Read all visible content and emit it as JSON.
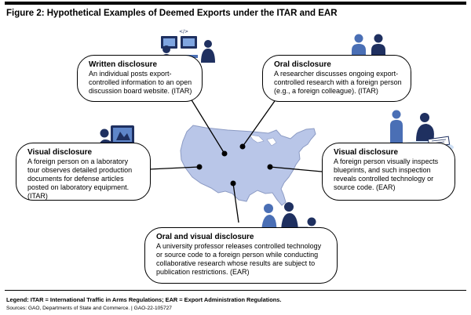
{
  "title": "Figure 2: Hypothetical Examples of Deemed Exports under the ITAR and EAR",
  "boxes": {
    "written": {
      "heading": "Written disclosure",
      "text": "An individual posts export-controlled information to an open discussion board website. (ITAR)"
    },
    "oral": {
      "heading": "Oral disclosure",
      "text": "A researcher discusses ongoing export-controlled research with a foreign person (e.g., a foreign colleague). (ITAR)"
    },
    "visual_left": {
      "heading": "Visual disclosure",
      "text": "A foreign person on a laboratory tour observes detailed production documents for defense articles posted on laboratory equipment. (ITAR)"
    },
    "visual_right": {
      "heading": "Visual disclosure",
      "text": "A foreign person visually inspects blueprints, and such inspection reveals controlled technology or source code. (EAR)"
    },
    "oral_visual": {
      "heading": "Oral and visual disclosure",
      "text": "A university professor releases controlled technology or source code to a foreign person while conducting collaborative research whose results are subject to publication restrictions. (EAR)"
    }
  },
  "legend": "Legend: ITAR = International Traffic in Arms Regulations; EAR = Export Administration Regulations.",
  "sources": "Sources: GAO, Departments of State and Commerce.  |  GAO-22-105727",
  "colors": {
    "map_fill": "#b9c6e8",
    "map_stroke": "#8c9bc4",
    "figure_dark": "#1f3060",
    "figure_mid": "#4a6fb5",
    "platform": "#cfe0f5"
  },
  "icons": [
    "computer-users-icon",
    "two-people-talking-icon",
    "lab-computer-user-icon",
    "blueprint-inspectors-icon",
    "lab-researchers-icon"
  ]
}
